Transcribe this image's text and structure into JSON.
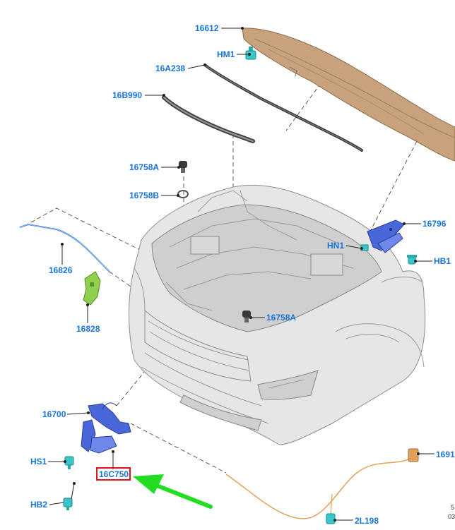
{
  "callouts": {
    "c16612": "16612",
    "cHM1": "HM1",
    "c16A238": "16A238",
    "c16B990": "16B990",
    "c16758A_top": "16758A",
    "c16758B": "16758B",
    "c16796": "16796",
    "cHN1": "HN1",
    "cHB1": "HB1",
    "c16826": "16826",
    "c16828": "16828",
    "c16758A_mid": "16758A",
    "c16700": "16700",
    "cHS1": "HS1",
    "c16C750": "16C750",
    "cHB2": "HB2",
    "c1691": "1691",
    "c2L198": "2L198"
  },
  "footer": {
    "line1": "5",
    "line2": "03"
  },
  "highlight": {
    "part": "16C750",
    "box_color": "#e0121b",
    "arrow_color": "#22dd22"
  },
  "colors": {
    "callout_text": "#1a73d9",
    "hood": "#c7a27c",
    "blue_parts": "#4a67d9",
    "green_part": "#8fd14f",
    "cyan_fastener": "#38c7c9",
    "cable": "#e0a25a"
  }
}
